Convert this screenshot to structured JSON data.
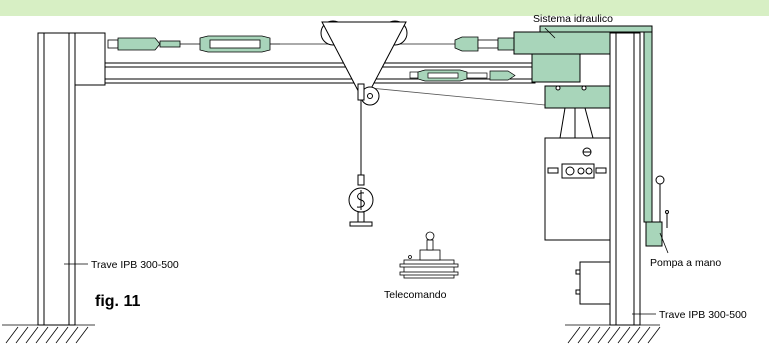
{
  "labels": {
    "hydraulic_system": "Sistema idraulico",
    "beam_left": "Trave IPB 300-500",
    "beam_right": "Trave IPB 300-500",
    "hand_pump": "Pompa a mano",
    "remote_control": "Telecomando",
    "figure": "fig. 11"
  },
  "colors": {
    "banner": "#d7efc4",
    "hydraulic": "#a8d5ba",
    "outline": "#000000",
    "wire": "#555555"
  }
}
